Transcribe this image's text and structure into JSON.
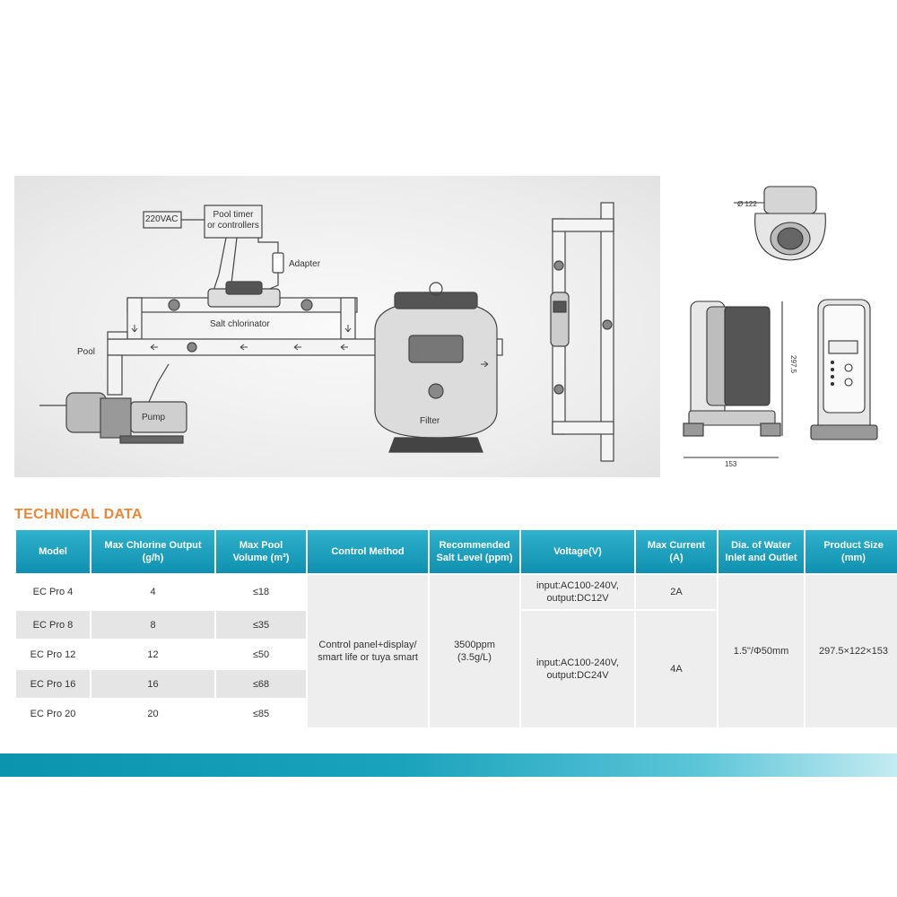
{
  "diagram": {
    "labels": {
      "vac": "220VAC",
      "timer": "Pool timer\nor controllers",
      "adapter": "Adapter",
      "chlorinator": "Salt chlorinator",
      "pool": "Pool",
      "pump": "Pump",
      "filter": "Filter"
    }
  },
  "dimensions": {
    "diameter": "Ø 122",
    "height": "297.5",
    "width": "153"
  },
  "technical_data": {
    "title": "TECHNICAL DATA",
    "headers": [
      "Model",
      "Max Chlorine Output\n(g/h)",
      "Max Pool\nVolume (m³)",
      "Control Method",
      "Recommended\nSalt Level (ppm)",
      "Voltage(V)",
      "Max Current\n(A)",
      "Dia. of Water\nInlet and Outlet",
      "Product Size\n(mm)"
    ],
    "rows": [
      {
        "model": "EC Pro 4",
        "output": "4",
        "volume": "≤18"
      },
      {
        "model": "EC Pro 8",
        "output": "8",
        "volume": "≤35"
      },
      {
        "model": "EC Pro 12",
        "output": "12",
        "volume": "≤50"
      },
      {
        "model": "EC Pro 16",
        "output": "16",
        "volume": "≤68"
      },
      {
        "model": "EC Pro 20",
        "output": "20",
        "volume": "≤85"
      }
    ],
    "control_method": "Control panel+display/\nsmart life or tuya smart",
    "salt_level": "3500ppm\n(3.5g/L)",
    "voltage_a": "input:AC100-240V,\noutput:DC12V",
    "voltage_b": "input:AC100-240V,\noutput:DC24V",
    "current_a": "2A",
    "current_b": "4A",
    "dia": "1.5\"/Φ50mm",
    "size": "297.5×122×153"
  }
}
